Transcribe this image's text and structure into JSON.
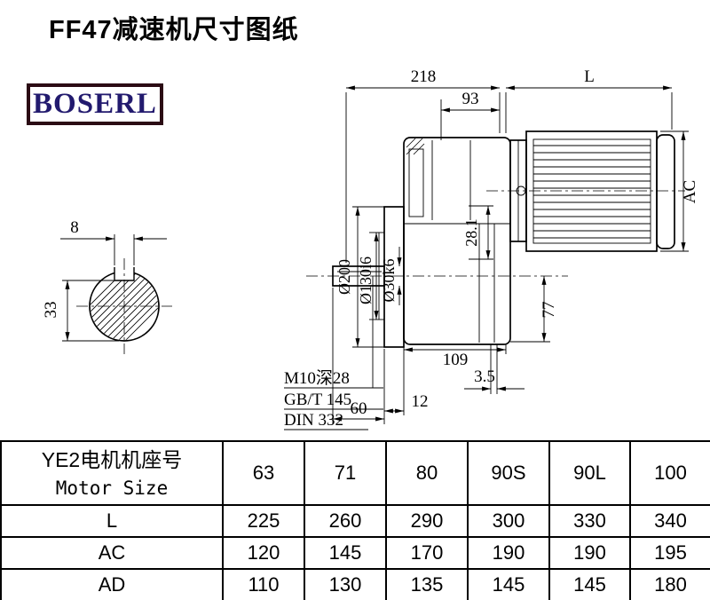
{
  "page": {
    "title": "FF47减速机尺寸图纸"
  },
  "logo": {
    "text": "BOSERL"
  },
  "drawing": {
    "d218": "218",
    "dL": "L",
    "d93": "93",
    "dAC": "AC",
    "d28_1": "28.1",
    "d200": "Ø200",
    "d130": "Ø130i6",
    "d30": "Ø30k6",
    "d77": "77",
    "d109": "109",
    "d3_5": "3.5",
    "d60": "60",
    "d12": "12",
    "d8": "8",
    "d33": "33",
    "m10": "M10深28",
    "gbt": "GB/T 145",
    "din": "DIN 332"
  },
  "table": {
    "header": {
      "line1": "YE2电机机座号",
      "line2": "Motor Size"
    },
    "columns": [
      "63",
      "71",
      "80",
      "90S",
      "90L",
      "100"
    ],
    "rows": [
      {
        "label": "L",
        "values": [
          "225",
          "260",
          "290",
          "300",
          "330",
          "340"
        ]
      },
      {
        "label": "AC",
        "values": [
          "120",
          "145",
          "170",
          "190",
          "190",
          "195"
        ]
      },
      {
        "label": "AD",
        "values": [
          "110",
          "130",
          "135",
          "145",
          "145",
          "180"
        ]
      }
    ]
  }
}
